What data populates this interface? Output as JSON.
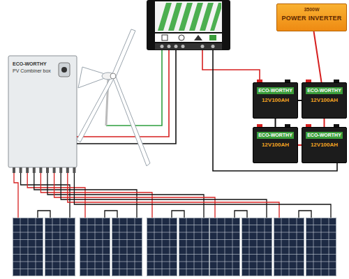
{
  "diagram": {
    "nodes": [
      {
        "text": [
          "3500W",
          "POWER INVERTER"
        ]
      },
      {
        "text": [
          "ECO-WORTHY",
          "PV Combiner box"
        ]
      },
      {
        "text": [
          "ECO-WORTHY",
          "12V100AH"
        ]
      },
      {
        "text": [
          "ECO-WORTHY",
          "12V100AH"
        ]
      },
      {
        "text": [
          "ECO-WORTHY",
          "12V100AH"
        ]
      },
      {
        "text": [
          "ECO-WORTHY",
          "12V100AH"
        ]
      }
    ],
    "edges": [
      {
        "from": 0,
        "to": 3,
        "arrow": "none"
      },
      {
        "from": 2,
        "to": 3,
        "arrow": "none"
      },
      {
        "from": 4,
        "to": 5,
        "arrow": "none"
      },
      {
        "from": 2,
        "to": 4,
        "arrow": "none"
      },
      {
        "from": 3,
        "to": 5,
        "arrow": "none"
      }
    ]
  }
}
